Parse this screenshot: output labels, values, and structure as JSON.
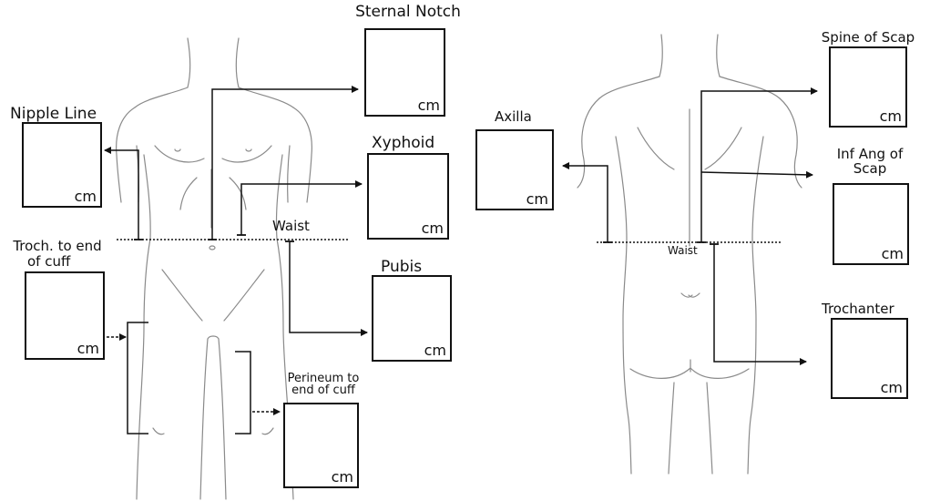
{
  "front": {
    "sternal_notch": {
      "label": "Sternal Notch",
      "unit": "cm"
    },
    "nipple_line": {
      "label": "Nipple Line",
      "unit": "cm"
    },
    "xyphoid": {
      "label": "Xyphoid",
      "unit": "cm"
    },
    "waist": {
      "label": "Waist"
    },
    "troch_to_cuff": {
      "label_line1": "Troch. to end",
      "label_line2": "of cuff",
      "unit": "cm"
    },
    "pubis": {
      "label": "Pubis",
      "unit": "cm"
    },
    "perineum_to_cuff": {
      "label_line1": "Perineum to",
      "label_line2": "end of cuff",
      "unit": "cm"
    }
  },
  "back": {
    "spine_of_scap": {
      "label": "Spine of Scap",
      "unit": "cm"
    },
    "axilla": {
      "label": "Axilla",
      "unit": "cm"
    },
    "inf_ang_of_scap": {
      "label_line1": "Inf Ang of",
      "label_line2": "Scap",
      "unit": "cm"
    },
    "waist": {
      "label": "Waist"
    },
    "trochanter": {
      "label": "Trochanter",
      "unit": "cm"
    }
  }
}
